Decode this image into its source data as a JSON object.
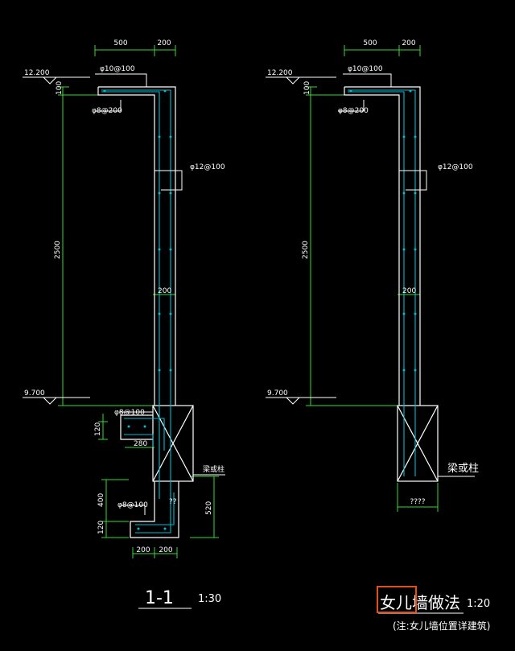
{
  "left": {
    "dim_top_a": "500",
    "dim_top_b": "200",
    "rebar_top": "φ10@100",
    "elev_top": "12.200",
    "dim_100": "100",
    "rebar_horiz": "φ8@200",
    "rebar_vert": "φ12@100",
    "dim_height": "2500",
    "dim_mid": "200",
    "elev_bottom": "9.700",
    "rebar_ledge": "φ8@100",
    "dim_120a": "120",
    "dim_280": "280",
    "beam_label": "梁或柱",
    "dim_400": "400",
    "rebar_lower": "φ8@100",
    "dim_qq": "??",
    "dim_520": "520",
    "dim_120b": "120",
    "dim_bot_a": "200",
    "dim_bot_b": "200",
    "section_title": "1-1",
    "section_scale": "1:30"
  },
  "right": {
    "dim_top_a": "500",
    "dim_top_b": "200",
    "rebar_top": "φ10@100",
    "elev_top": "12.200",
    "dim_100": "100",
    "rebar_horiz": "φ8@200",
    "rebar_vert": "φ12@100",
    "dim_height": "2500",
    "dim_mid": "200",
    "elev_bottom": "9.700",
    "beam_label": "梁或柱",
    "dim_bottom": "????",
    "title": "女儿墙做法",
    "scale": "1:20",
    "note": "(注:女儿墙位置详建筑)"
  },
  "colors": {
    "background": "#000000",
    "concrete": "#ffffff",
    "rebar": "#00bcd4",
    "dimension": "#33dd33",
    "text": "#ffffff",
    "title_highlight": "#e0501e"
  }
}
